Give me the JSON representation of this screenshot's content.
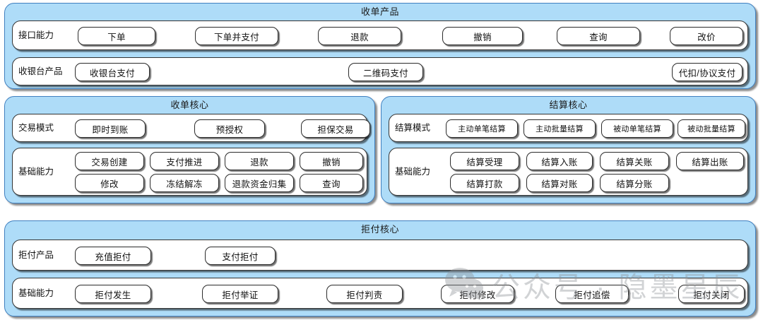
{
  "panels": [
    {
      "id": "acquiring-product",
      "title": "收单产品",
      "rows": [
        {
          "id": "interface-capability",
          "label": "接口能力",
          "items": [
            "下单",
            "下单并支付",
            "退款",
            "撤销",
            "查询",
            "改价"
          ]
        },
        {
          "id": "cashier-product",
          "label": "收银台产品",
          "items": [
            "收银台支付",
            "二维码支付",
            "代扣/协议支付"
          ]
        }
      ]
    },
    {
      "id": "acquiring-core",
      "title": "收单核心",
      "rows": [
        {
          "id": "transaction-mode",
          "label": "交易模式",
          "items": [
            "即时到账",
            "预授权",
            "担保交易"
          ]
        },
        {
          "id": "acquiring-basic-capability",
          "label": "基础能力",
          "items": [
            "交易创建",
            "支付推进",
            "退款",
            "撤销",
            "修改",
            "冻结解冻",
            "退款资金归集",
            "查询"
          ]
        }
      ]
    },
    {
      "id": "settlement-core",
      "title": "结算核心",
      "rows": [
        {
          "id": "settlement-mode",
          "label": "结算模式",
          "items": [
            "主动单笔结算",
            "主动批量结算",
            "被动单笔结算",
            "被动批量结算"
          ]
        },
        {
          "id": "settlement-basic-capability",
          "label": "基础能力",
          "items": [
            "结算受理",
            "结算入账",
            "结算关账",
            "结算出账",
            "结算打款",
            "结算对账",
            "结算分账"
          ]
        }
      ]
    },
    {
      "id": "chargeback-core",
      "title": "拒付核心",
      "rows": [
        {
          "id": "chargeback-product",
          "label": "拒付产品",
          "items": [
            "充值拒付",
            "支付拒付"
          ]
        },
        {
          "id": "chargeback-basic-capability",
          "label": "基础能力",
          "items": [
            "拒付发生",
            "拒付举证",
            "拒付判责",
            "拒付修改",
            "拒付追偿",
            "拒付关闭"
          ]
        }
      ]
    }
  ],
  "watermark": {
    "text": "公众号 · 隐墨星辰",
    "logo": "wechat-icon"
  },
  "colors": {
    "panel_fill": "#aedcf8",
    "panel_border": "#3f7fbf",
    "row_fill": "#ffffff",
    "row_border": "#333333",
    "pill_border": "#2b2b2b",
    "text": "#111111",
    "watermark": "#8f9297"
  }
}
